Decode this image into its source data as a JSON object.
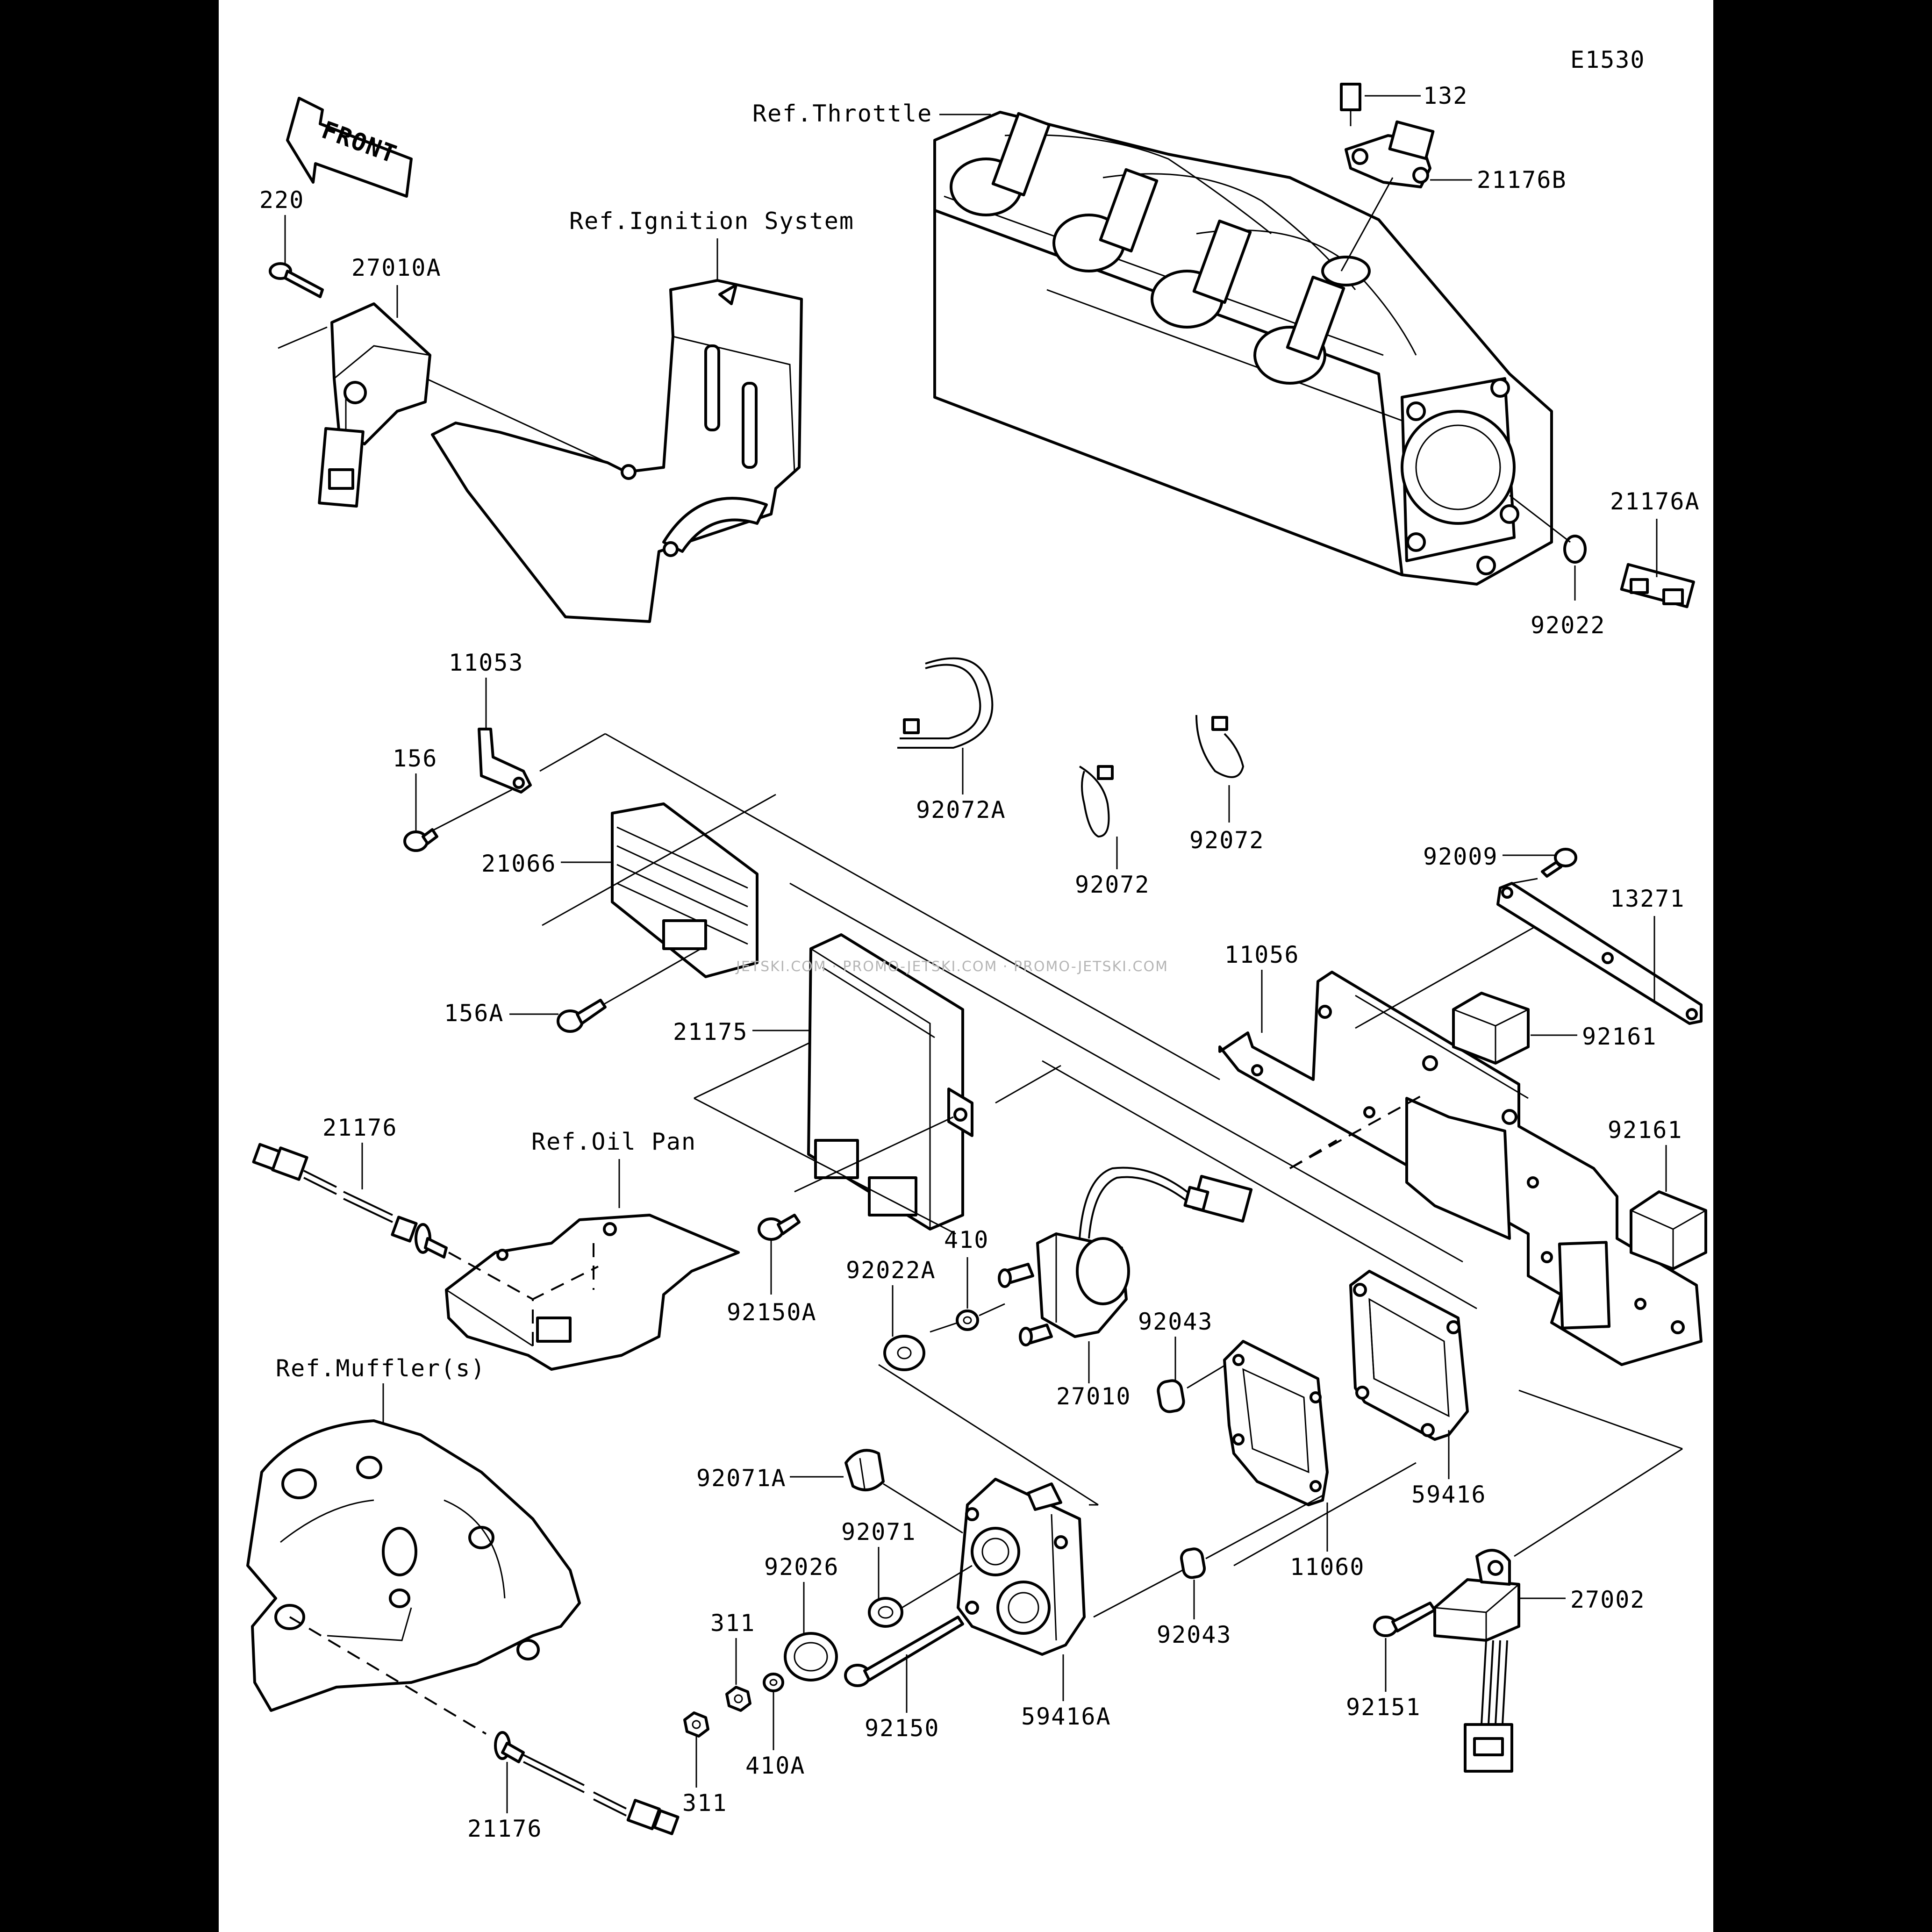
{
  "diagram_code": "E1530",
  "front_label": "FRONT",
  "references": {
    "throttle": "Ref.Throttle",
    "ignition": "Ref.Ignition System",
    "oil_pan": "Ref.Oil Pan",
    "muffler": "Ref.Muffler(s)"
  },
  "watermark": "JETSKI.COM · PROMO-JETSKI.COM · PROMO-JETSKI.COM",
  "parts": {
    "p132": "132",
    "p21176B": "21176B",
    "p21176A": "21176A",
    "p92022": "92022",
    "p220": "220",
    "p27010A": "27010A",
    "p11053": "11053",
    "p156": "156",
    "p21066": "21066",
    "p156A": "156A",
    "p92072A": "92072A",
    "p92072_a": "92072",
    "p92072_b": "92072",
    "p92009": "92009",
    "p13271": "13271",
    "p11056": "11056",
    "p92161_a": "92161",
    "p92161_b": "92161",
    "p21175": "21175",
    "p21176_top": "21176",
    "p92150A": "92150A",
    "p410": "410",
    "p92022A": "92022A",
    "p92043_a": "92043",
    "p27010": "27010",
    "p59416": "59416",
    "p11060": "11060",
    "p92071A": "92071A",
    "p92071": "92071",
    "p92026": "92026",
    "p311_a": "311",
    "p311_b": "311",
    "p410A": "410A",
    "p92150": "92150",
    "p59416A": "59416A",
    "p92043_b": "92043",
    "p27002": "27002",
    "p92151": "92151",
    "p21176_bottom": "21176"
  }
}
